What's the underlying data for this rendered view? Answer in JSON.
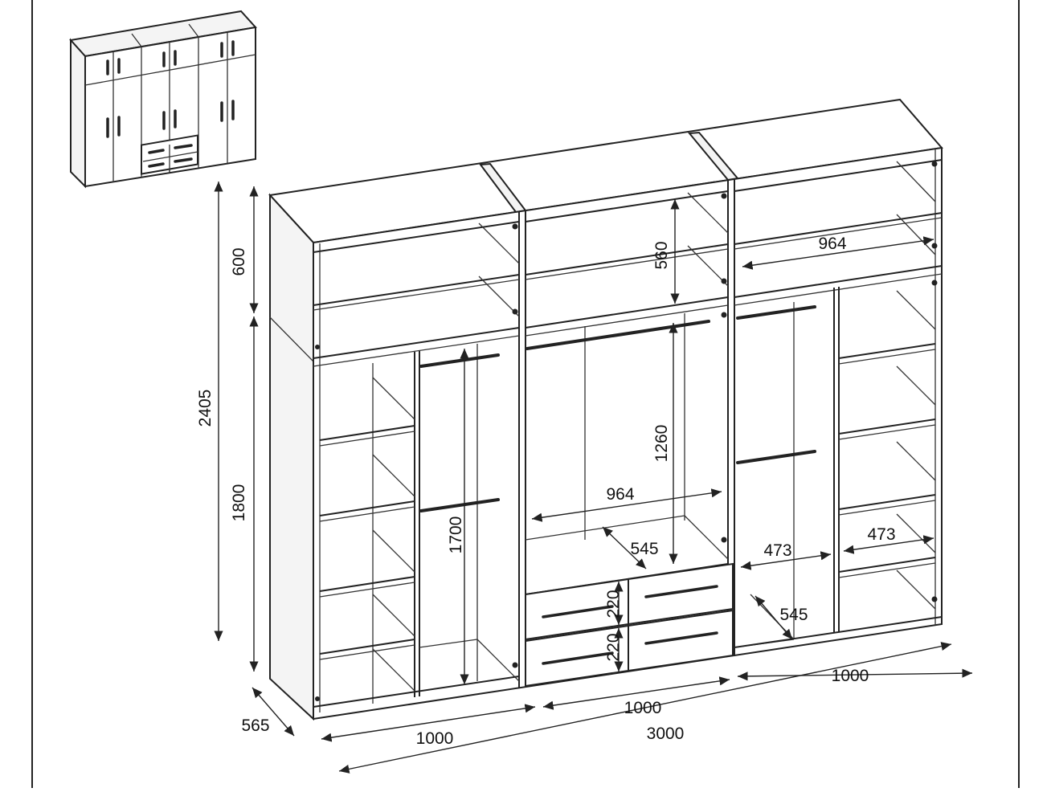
{
  "diagram": {
    "dimensions": {
      "total_height": "2405",
      "top_section_height": "600",
      "lower_section_height": "1800",
      "depth": "565",
      "left_width": "1000",
      "middle_width": "1000",
      "right_width": "1000",
      "total_width": "3000",
      "top_inner_height": "560",
      "top_inner_width": "964",
      "hanging_height_left": "1700",
      "hanging_height_middle": "1260",
      "middle_inner_width": "964",
      "middle_inner_depth": "545",
      "drawer_height_top": "220",
      "drawer_height_bottom": "220",
      "right_hanging_width": "473",
      "right_shelf_width": "473",
      "right_inner_depth": "545"
    }
  }
}
